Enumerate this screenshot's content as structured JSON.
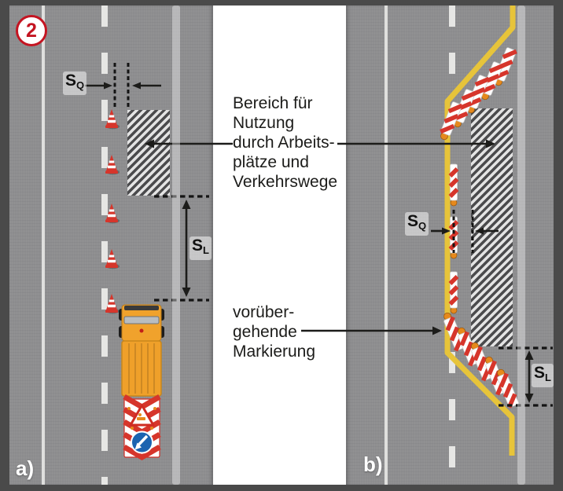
{
  "figure_badge": {
    "number": "2"
  },
  "panel_labels": {
    "a": "a)",
    "b": "b)"
  },
  "dimensions": {
    "s_base": "S",
    "q_sub": "Q",
    "l_sub": "L"
  },
  "annotations": {
    "work_area_lines": [
      "Bereich für",
      "Nutzung",
      "durch Arbeits-",
      "plätze und",
      "Verkehrswege"
    ],
    "marking_lines": [
      "vorüber-",
      "gehende",
      "Markierung"
    ]
  },
  "icons": {
    "cone": "traffic-cone",
    "board": "red-white-delineator-board",
    "truck": "maintenance-truck",
    "sign": "mobile-warning-sign-with-blue-arrow",
    "badge": "circled-number-badge"
  },
  "colors": {
    "road_gray": "#8e8e90",
    "lane_line_white": "#e6e6e4",
    "temp_marking_yellow": "#e7c43a",
    "badge_red": "#c41421",
    "cone_red": "#d6352b",
    "board_red": "#d6352b",
    "foot_orange": "#e6891c",
    "truck_orange": "#f0a22c",
    "sign_blue": "#1b63b0",
    "hatch_dark": "#4b4b4d",
    "hatch_light": "#e3e3e3",
    "frame_dark": "#4a4a4a",
    "text_dark": "#1c1c1a"
  }
}
